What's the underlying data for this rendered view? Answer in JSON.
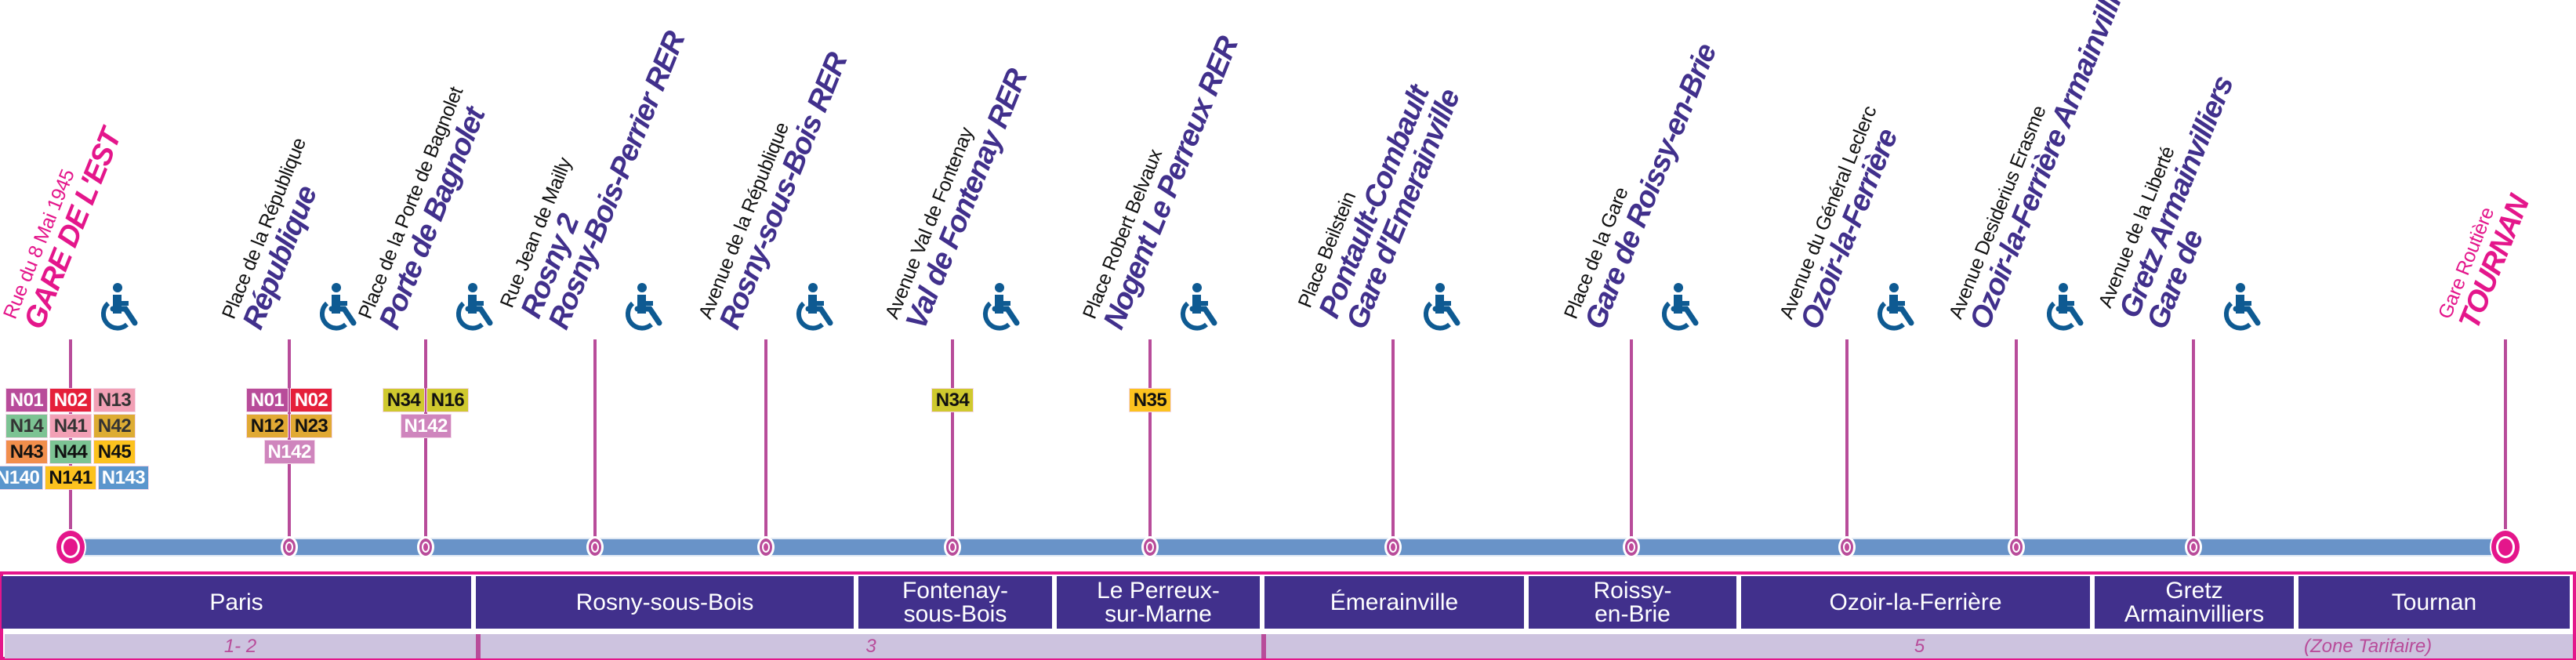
{
  "map": {
    "title": "Noctilien line diagram",
    "stops": [
      {
        "name": "GARE DE L'EST",
        "street": "Rue du 8 Mai 1945",
        "terminus": true,
        "accessible": true,
        "badges": [
          [
            "N01",
            "N02",
            "N13"
          ],
          [
            "N14",
            "N41",
            "N42"
          ],
          [
            "N43",
            "N44",
            "N45"
          ],
          [
            "N140",
            "N141",
            "N143"
          ]
        ]
      },
      {
        "name": "République",
        "street": "Place de la République",
        "terminus": false,
        "accessible": true,
        "badges": [
          [
            "N01",
            "N02"
          ],
          [
            "N12",
            "N23"
          ],
          [
            "N142"
          ]
        ]
      },
      {
        "name": "Porte de Bagnolet",
        "street": "Place de la Porte de Bagnolet",
        "terminus": false,
        "accessible": true,
        "badges": [
          [
            "N34",
            "N16"
          ],
          [
            "N142"
          ]
        ]
      },
      {
        "name": "Rosny-Bois-Perrier RER",
        "name2": "Rosny 2",
        "street": "Rue Jean de Mailly",
        "terminus": false,
        "accessible": true,
        "badges": []
      },
      {
        "name": "Rosny-sous-Bois RER",
        "street": "Avenue de la République",
        "terminus": false,
        "accessible": true,
        "badges": []
      },
      {
        "name": "Val de Fontenay RER",
        "street": "Avenue Val de Fontenay",
        "terminus": false,
        "accessible": true,
        "badges": [
          [
            "N34"
          ]
        ]
      },
      {
        "name": "Nogent Le Perreux RER",
        "street": "Place Robert Belvaux",
        "terminus": false,
        "accessible": true,
        "badges": [
          [
            "N35"
          ]
        ]
      },
      {
        "name": "Gare d'Emerainville",
        "name2": "Pontault-Combault",
        "street": "Place Beilstein",
        "terminus": false,
        "accessible": true,
        "badges": []
      },
      {
        "name": "Gare de Roissy-en-Brie",
        "street": "Place de la Gare",
        "terminus": false,
        "accessible": true,
        "badges": []
      },
      {
        "name": "Ozoir-la-Ferrière",
        "street": "Avenue du Général Leclerc",
        "terminus": false,
        "accessible": true,
        "badges": []
      },
      {
        "name": "Ozoir-la-Ferrière Armainvilliers",
        "street": "Avenue Desiderius Erasme",
        "terminus": false,
        "accessible": true,
        "badges": []
      },
      {
        "name": "Gare de",
        "name2": "Gretz Armainvilliers",
        "street": "Avenue de la Liberté",
        "terminus": false,
        "accessible": true,
        "badges": []
      },
      {
        "name": "TOURNAN",
        "street": "Gare Routière",
        "terminus": true,
        "accessible": false,
        "badges": []
      }
    ],
    "badge_colors": {
      "N01": {
        "bg": "#b84c9a",
        "fg": "#ffffff"
      },
      "N02": {
        "bg": "#e5203a",
        "fg": "#ffffff"
      },
      "N13": {
        "bg": "#f2a0b5",
        "fg": "#333333"
      },
      "N14": {
        "bg": "#7cc393",
        "fg": "#333333"
      },
      "N41": {
        "bg": "#f2a0b5",
        "fg": "#333333"
      },
      "N42": {
        "bg": "#ddac33",
        "fg": "#333333"
      },
      "N43": {
        "bg": "#f18e4c",
        "fg": "#111111"
      },
      "N44": {
        "bg": "#7cc393",
        "fg": "#111111"
      },
      "N45": {
        "bg": "#fcc21e",
        "fg": "#111111"
      },
      "N140": {
        "bg": "#5b96cd",
        "fg": "#ffffff"
      },
      "N141": {
        "bg": "#fcc21e",
        "fg": "#111111"
      },
      "N143": {
        "bg": "#5b96cd",
        "fg": "#ffffff"
      },
      "N12": {
        "bg": "#e1a934",
        "fg": "#111111"
      },
      "N23": {
        "bg": "#e1a934",
        "fg": "#111111"
      },
      "N142": {
        "bg": "#cf85bd",
        "fg": "#ffffff"
      },
      "N34": {
        "bg": "#cfc92e",
        "fg": "#111111"
      },
      "N16": {
        "bg": "#cfc92e",
        "fg": "#111111"
      },
      "N35": {
        "bg": "#fcc21e",
        "fg": "#111111"
      }
    },
    "communes": [
      "Paris",
      "Rosny-sous-Bois",
      "Fontenay-\nsous-Bois",
      "Le Perreux-\nsur-Marne",
      "Émerainville",
      "Roissy-\nen-Brie",
      "Ozoir-la-Ferrière",
      "Gretz\nArmainvilliers",
      "Tournan"
    ],
    "zones": [
      "1- 2",
      "3",
      "5"
    ],
    "zone_note": "(Zone Tarifaire)",
    "colors": {
      "terminus": "#e4168b",
      "stop_name": "#41308c",
      "track": "#6993c8",
      "stem": "#b84c9a",
      "commune_band": "#41308c",
      "zone_band": "#cdc3df",
      "wheelchair": "#0e5a92"
    }
  }
}
